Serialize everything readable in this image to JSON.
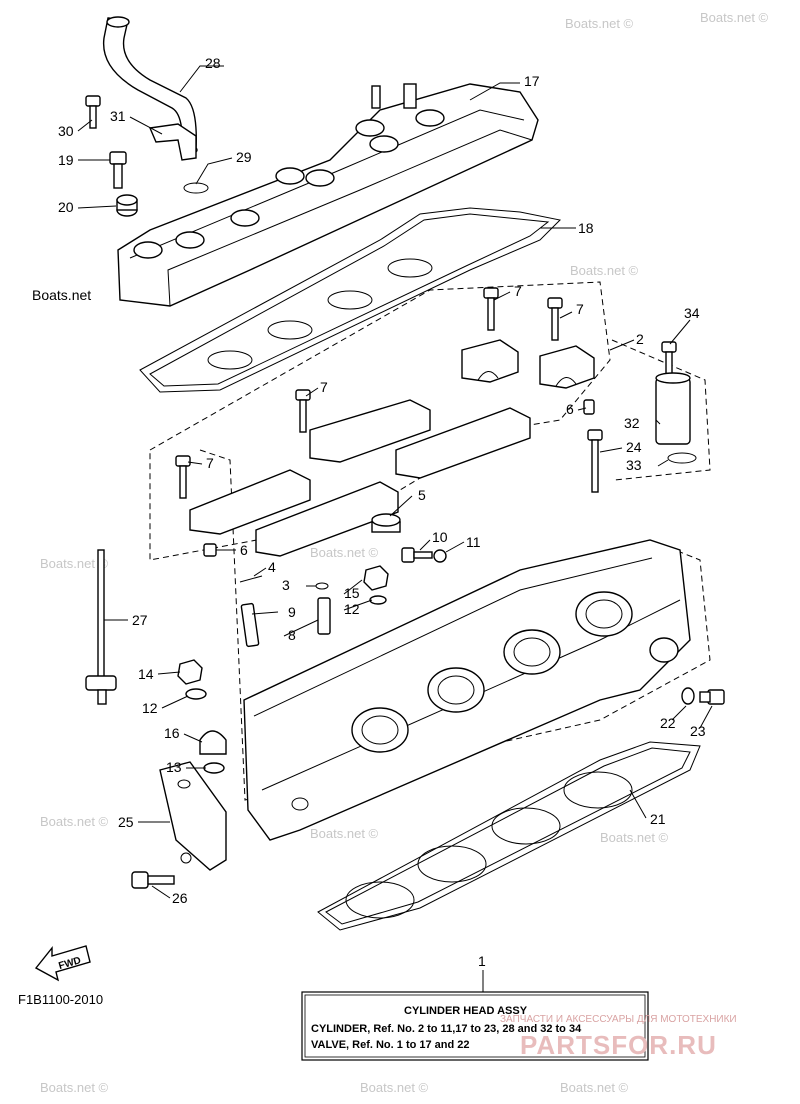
{
  "callouts": [
    "28",
    "17",
    "30",
    "31",
    "19",
    "29",
    "20",
    "18",
    "7",
    "7",
    "2",
    "34",
    "7",
    "6",
    "32",
    "7",
    "24",
    "33",
    "5",
    "6",
    "10",
    "11",
    "4",
    "3",
    "15",
    "27",
    "9",
    "12",
    "8",
    "14",
    "12",
    "16",
    "13",
    "22",
    "23",
    "25",
    "21",
    "26",
    "1"
  ],
  "watermark": "Boats.net",
  "watermark_copy": "Boats.net ©",
  "diagram_code": "F1B1100-2010",
  "fwd_label": "FWD",
  "legend_box": {
    "title": "CYLINDER HEAD ASSY",
    "line1": "CYLINDER, Ref. No. 2 to 11,17 to 23, 28 and 32 to 34",
    "line2": "VALVE, Ref. No. 1 to 17 and 22"
  },
  "shop_overlay": {
    "tagline": "ЗАПЧАСТИ И АКСЕССУАРЫ ДЛЯ МОТОТЕХНИКИ",
    "logo": "PARTSFOR.RU"
  }
}
